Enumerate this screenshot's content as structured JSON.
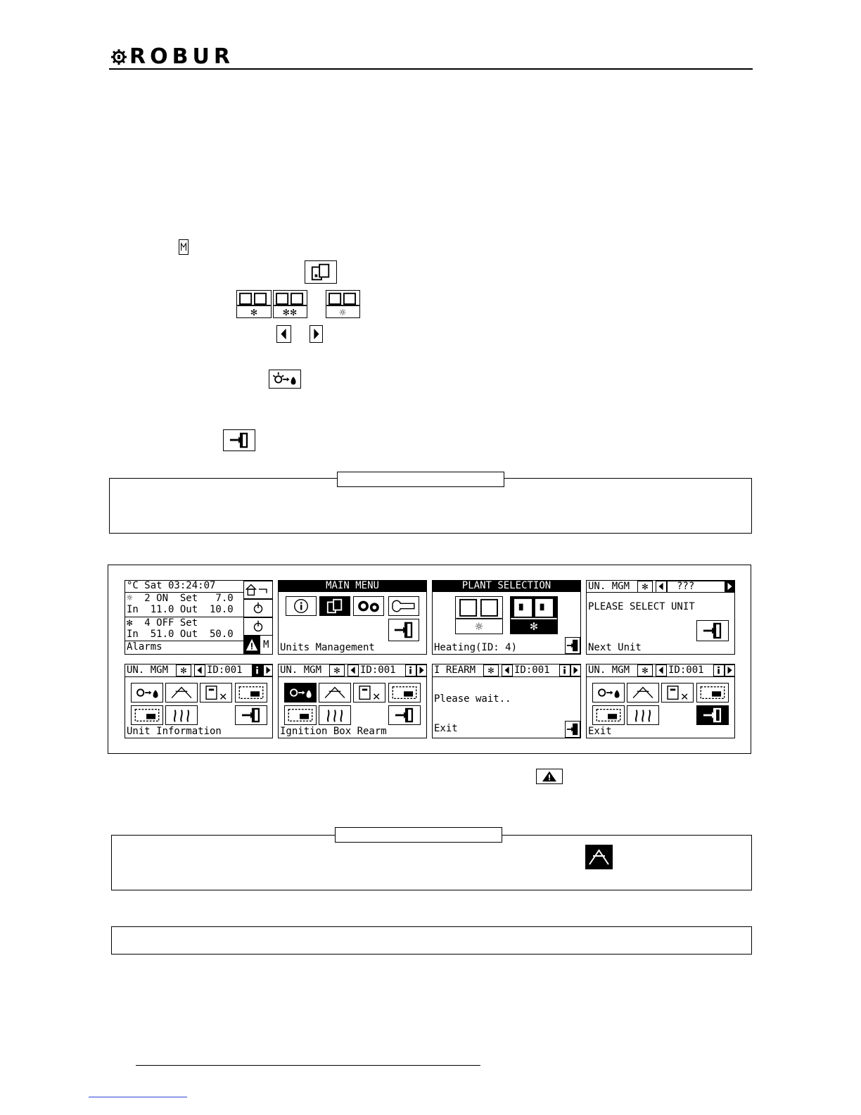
{
  "brand": {
    "name": "ROBUR"
  },
  "screens": {
    "home": {
      "datetime": "°C Sat 03:24:07",
      "heat_line": "☼  2 ON  Set   7.0",
      "heat_inout": "In  11.0 Out  10.0",
      "cool_line": "✻  4 OFF Set",
      "cool_inout": "In  51.0 Out  50.0",
      "footer": "Alarms",
      "m_label": "M"
    },
    "main_menu": {
      "title": "MAIN MENU",
      "footer": "Units Management"
    },
    "plant_selection": {
      "title": "PLANT SELECTION",
      "footer": "Heating(ID: 4)"
    },
    "select_unit": {
      "header": "UN. MGM",
      "id": "???",
      "message": "PLEASE SELECT UNIT",
      "footer": "Next Unit"
    },
    "unit_info": {
      "header": "UN. MGM",
      "id": "ID:001",
      "footer": "Unit Information"
    },
    "ignition_rearm": {
      "header": "UN. MGM",
      "id": "ID:001",
      "footer": "Ignition Box Rearm"
    },
    "rearm_wait": {
      "header": "I REARM",
      "id": "ID:001",
      "message": "Please wait..",
      "footer": "Exit"
    },
    "exit_screen": {
      "header": "UN. MGM",
      "id": "ID:001",
      "footer": "Exit"
    }
  }
}
